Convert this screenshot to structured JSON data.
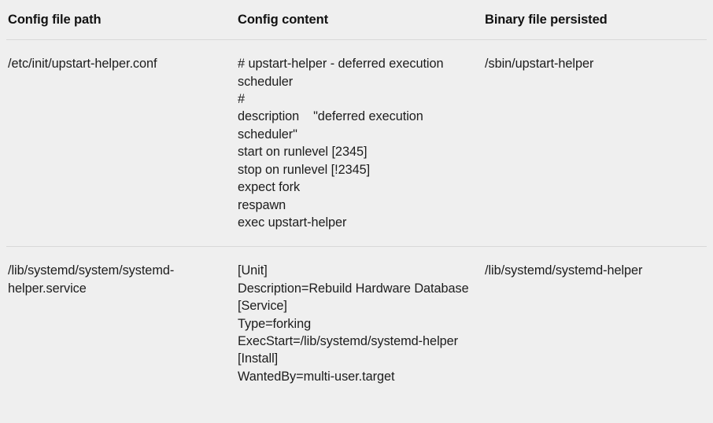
{
  "table": {
    "columns": [
      {
        "key": "path",
        "label": "Config file path"
      },
      {
        "key": "content",
        "label": "Config content"
      },
      {
        "key": "binary",
        "label": "Binary file persisted"
      }
    ],
    "rows": [
      {
        "path": "/etc/init/upstart-helper.conf",
        "content": "# upstart-helper - deferred execution scheduler\n#\ndescription    \"deferred execution scheduler\"\nstart on runlevel [2345]\nstop on runlevel [!2345]\nexpect fork\nrespawn\nexec upstart-helper",
        "binary": "/sbin/upstart-helper"
      },
      {
        "path": "/lib/systemd/system/systemd-helper.service",
        "content": "[Unit]\nDescription=Rebuild Hardware Database\n[Service]\nType=forking\nExecStart=/lib/systemd/systemd-helper\n[Install]\nWantedBy=multi-user.target",
        "binary": "/lib/systemd/systemd-helper"
      }
    ]
  },
  "style": {
    "background": "#efefef",
    "text_color": "#121212",
    "divider_color": "#d8d8d8"
  }
}
